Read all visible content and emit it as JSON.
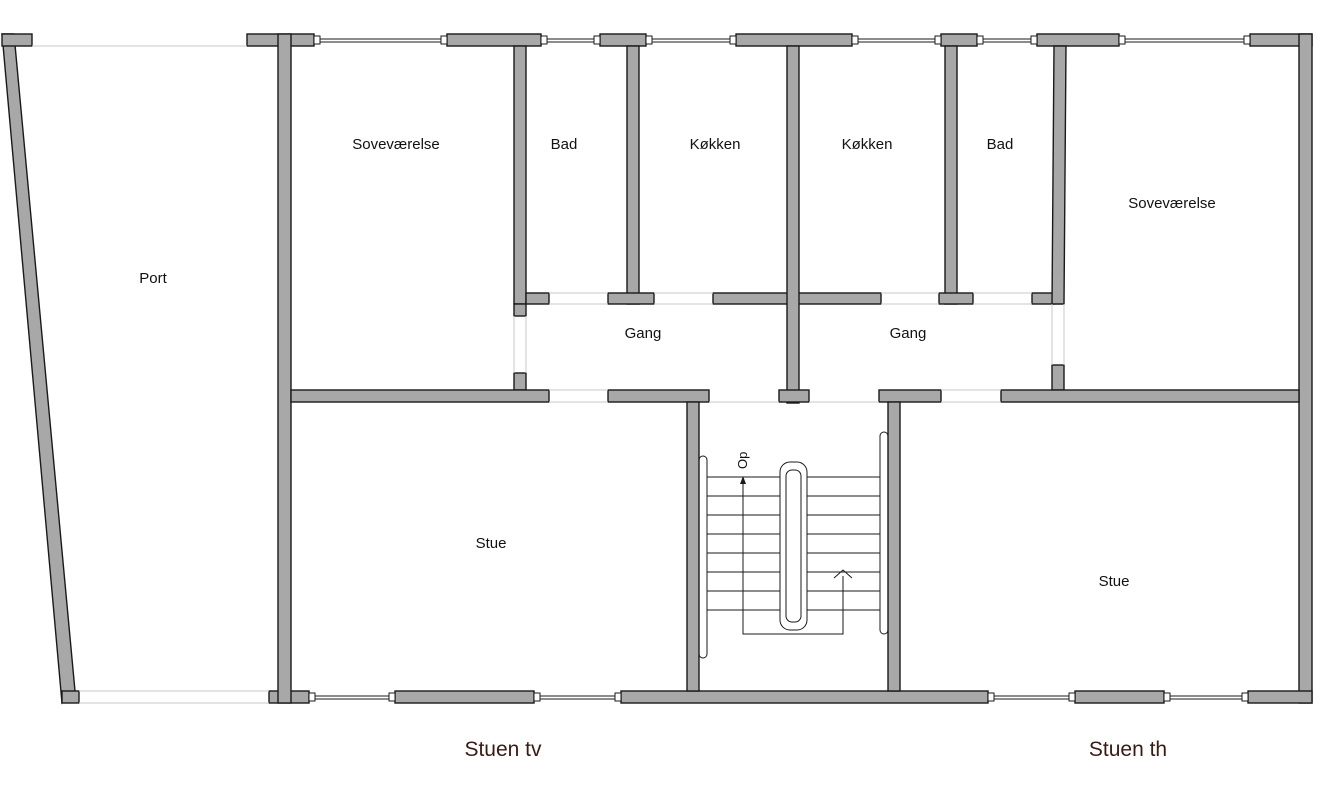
{
  "rooms": {
    "port": "Port",
    "sovevaerelse_left": "Soveværelse",
    "bad_left": "Bad",
    "kokken_left": "Køkken",
    "kokken_right": "Køkken",
    "bad_right": "Bad",
    "sovevaerelse_right": "Soveværelse",
    "gang_left": "Gang",
    "gang_right": "Gang",
    "stue_left": "Stue",
    "stue_right": "Stue"
  },
  "stair": {
    "direction_label": "Op"
  },
  "units": {
    "left": "Stuen tv",
    "right": "Stuen th"
  },
  "colors": {
    "wall_fill": "#a8a8a8",
    "line": "#1a1a1a",
    "unit_label": "#3a1a12"
  }
}
